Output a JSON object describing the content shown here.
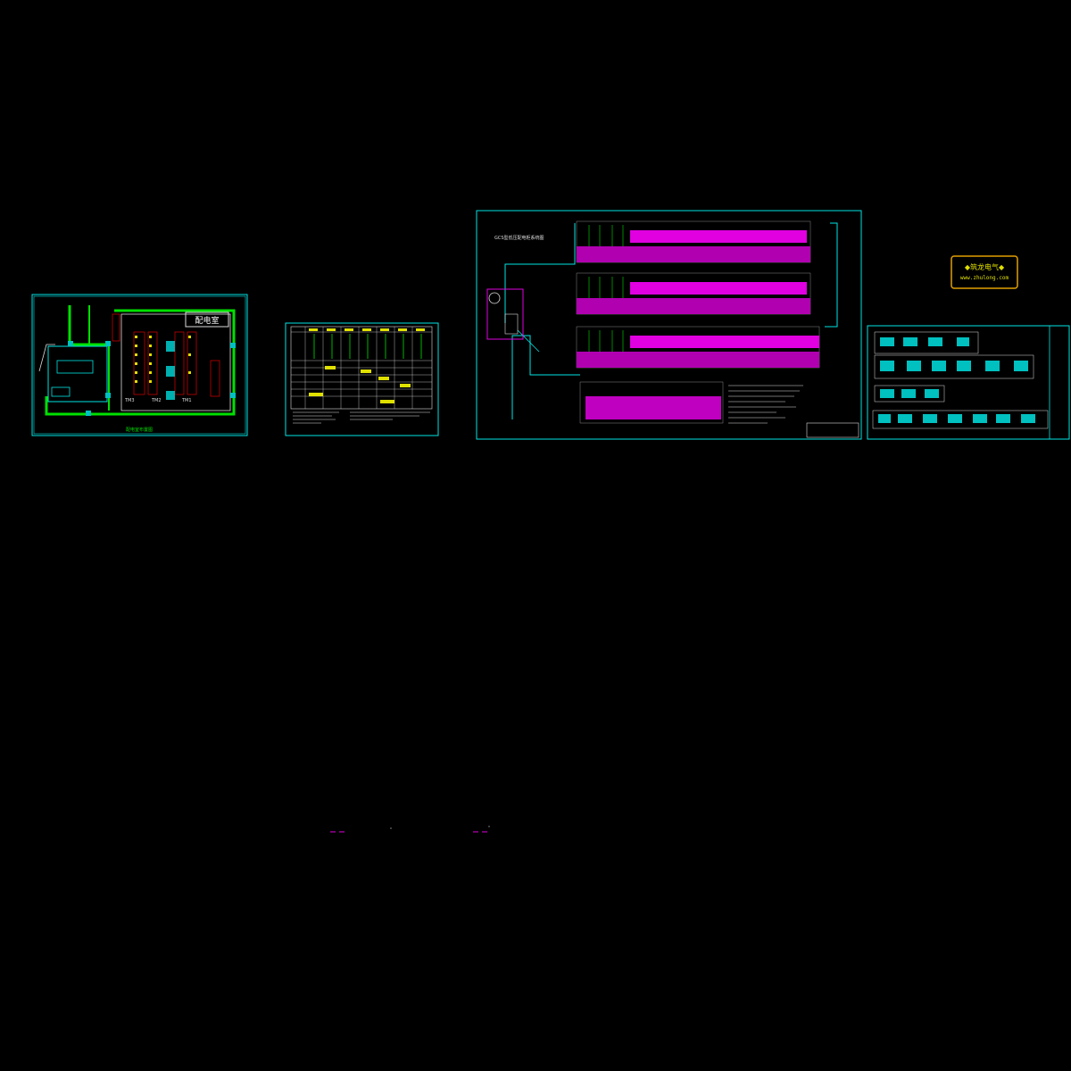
{
  "sheets": {
    "room_label": "配电室",
    "plan_title": "配电室布置图",
    "transformer_labels": [
      "TM3",
      "TM2",
      "TM1"
    ],
    "system_title": "GCS型低压配电柜系统图",
    "logo_line1": "◆筑龙电气◆",
    "logo_line2": "www.zhulong.com"
  },
  "colors": {
    "frame": "#00e5e5",
    "wall": "#00e000",
    "busbar": "#e000e0",
    "logo_border": "#e0a000",
    "logo_text": "#e0e000"
  }
}
